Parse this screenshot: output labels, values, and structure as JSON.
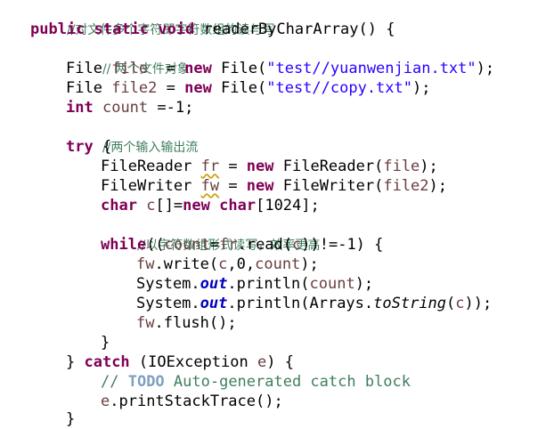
{
  "code": {
    "l1_comment": "//对文件多个字符即字符数组的读与写",
    "l2_public": "public",
    "l2_static": "static",
    "l2_void": "void",
    "l2_sig": " readerByCharArray() {",
    "l3_comment": "// 两个文件对象",
    "l4_a": "File ",
    "l4_var": "file",
    "l4_b": "  = ",
    "l4_new": "new",
    "l4_c": " File(",
    "l4_str": "\"test//yuanwenjian.txt\"",
    "l4_d": ");",
    "l5_a": "File ",
    "l5_var": "file2",
    "l5_b": " = ",
    "l5_new": "new",
    "l5_c": " File(",
    "l5_str": "\"test//copy.txt\"",
    "l5_d": ");",
    "l6_int": "int",
    "l6_sp": " ",
    "l6_var": "count",
    "l6_rest": " =-1;",
    "l7_comment": "//两个输入输出流",
    "l8_try": "try",
    "l8_rest": " {",
    "l9_a": "FileReader ",
    "l9_var": "fr",
    "l9_b": " = ",
    "l9_new": "new",
    "l9_c": " FileReader(",
    "l9_arg": "file",
    "l9_d": ");",
    "l10_a": "FileWriter ",
    "l10_var": "fw",
    "l10_b": " = ",
    "l10_new": "new",
    "l10_c": " FileWriter(",
    "l10_arg": "file2",
    "l10_d": ");",
    "l11_char": "char",
    "l11_sp": " ",
    "l11_var": "c",
    "l11_a": "[]=",
    "l11_new": "new",
    "l11_sp2": " ",
    "l11_char2": "char",
    "l11_b": "[1024];",
    "l12_comment": "//以字符数组形式读写，效率更高",
    "l13_while": "while",
    "l13_a": "((",
    "l13_count": "count",
    "l13_b": "=",
    "l13_fr": "fr",
    "l13_c": ".read(",
    "l13_cc": "c",
    "l13_d": "))!=-1) {",
    "l14_fw": "fw",
    "l14_a": ".write(",
    "l14_c": "c",
    "l14_b": ",0,",
    "l14_count": "count",
    "l14_d": ");",
    "l15_a": "System.",
    "l15_out": "out",
    "l15_b": ".println(",
    "l15_count": "count",
    "l15_c": ");",
    "l16_a": "System.",
    "l16_out": "out",
    "l16_b": ".println(Arrays.",
    "l16_tostring": "toString",
    "l16_c": "(",
    "l16_cc": "c",
    "l16_d": "));",
    "l17_fw": "fw",
    "l17_a": ".flush();",
    "l18_brace": "}",
    "l19_a": "} ",
    "l19_catch": "catch",
    "l19_b": " (IOException ",
    "l19_e": "e",
    "l19_c": ") {",
    "l20_slash": "// ",
    "l20_todo": "TODO",
    "l20_rest": " Auto-generated catch block",
    "l21_e": "e",
    "l21_rest": ".printStackTrace();",
    "l22_brace": "}"
  }
}
